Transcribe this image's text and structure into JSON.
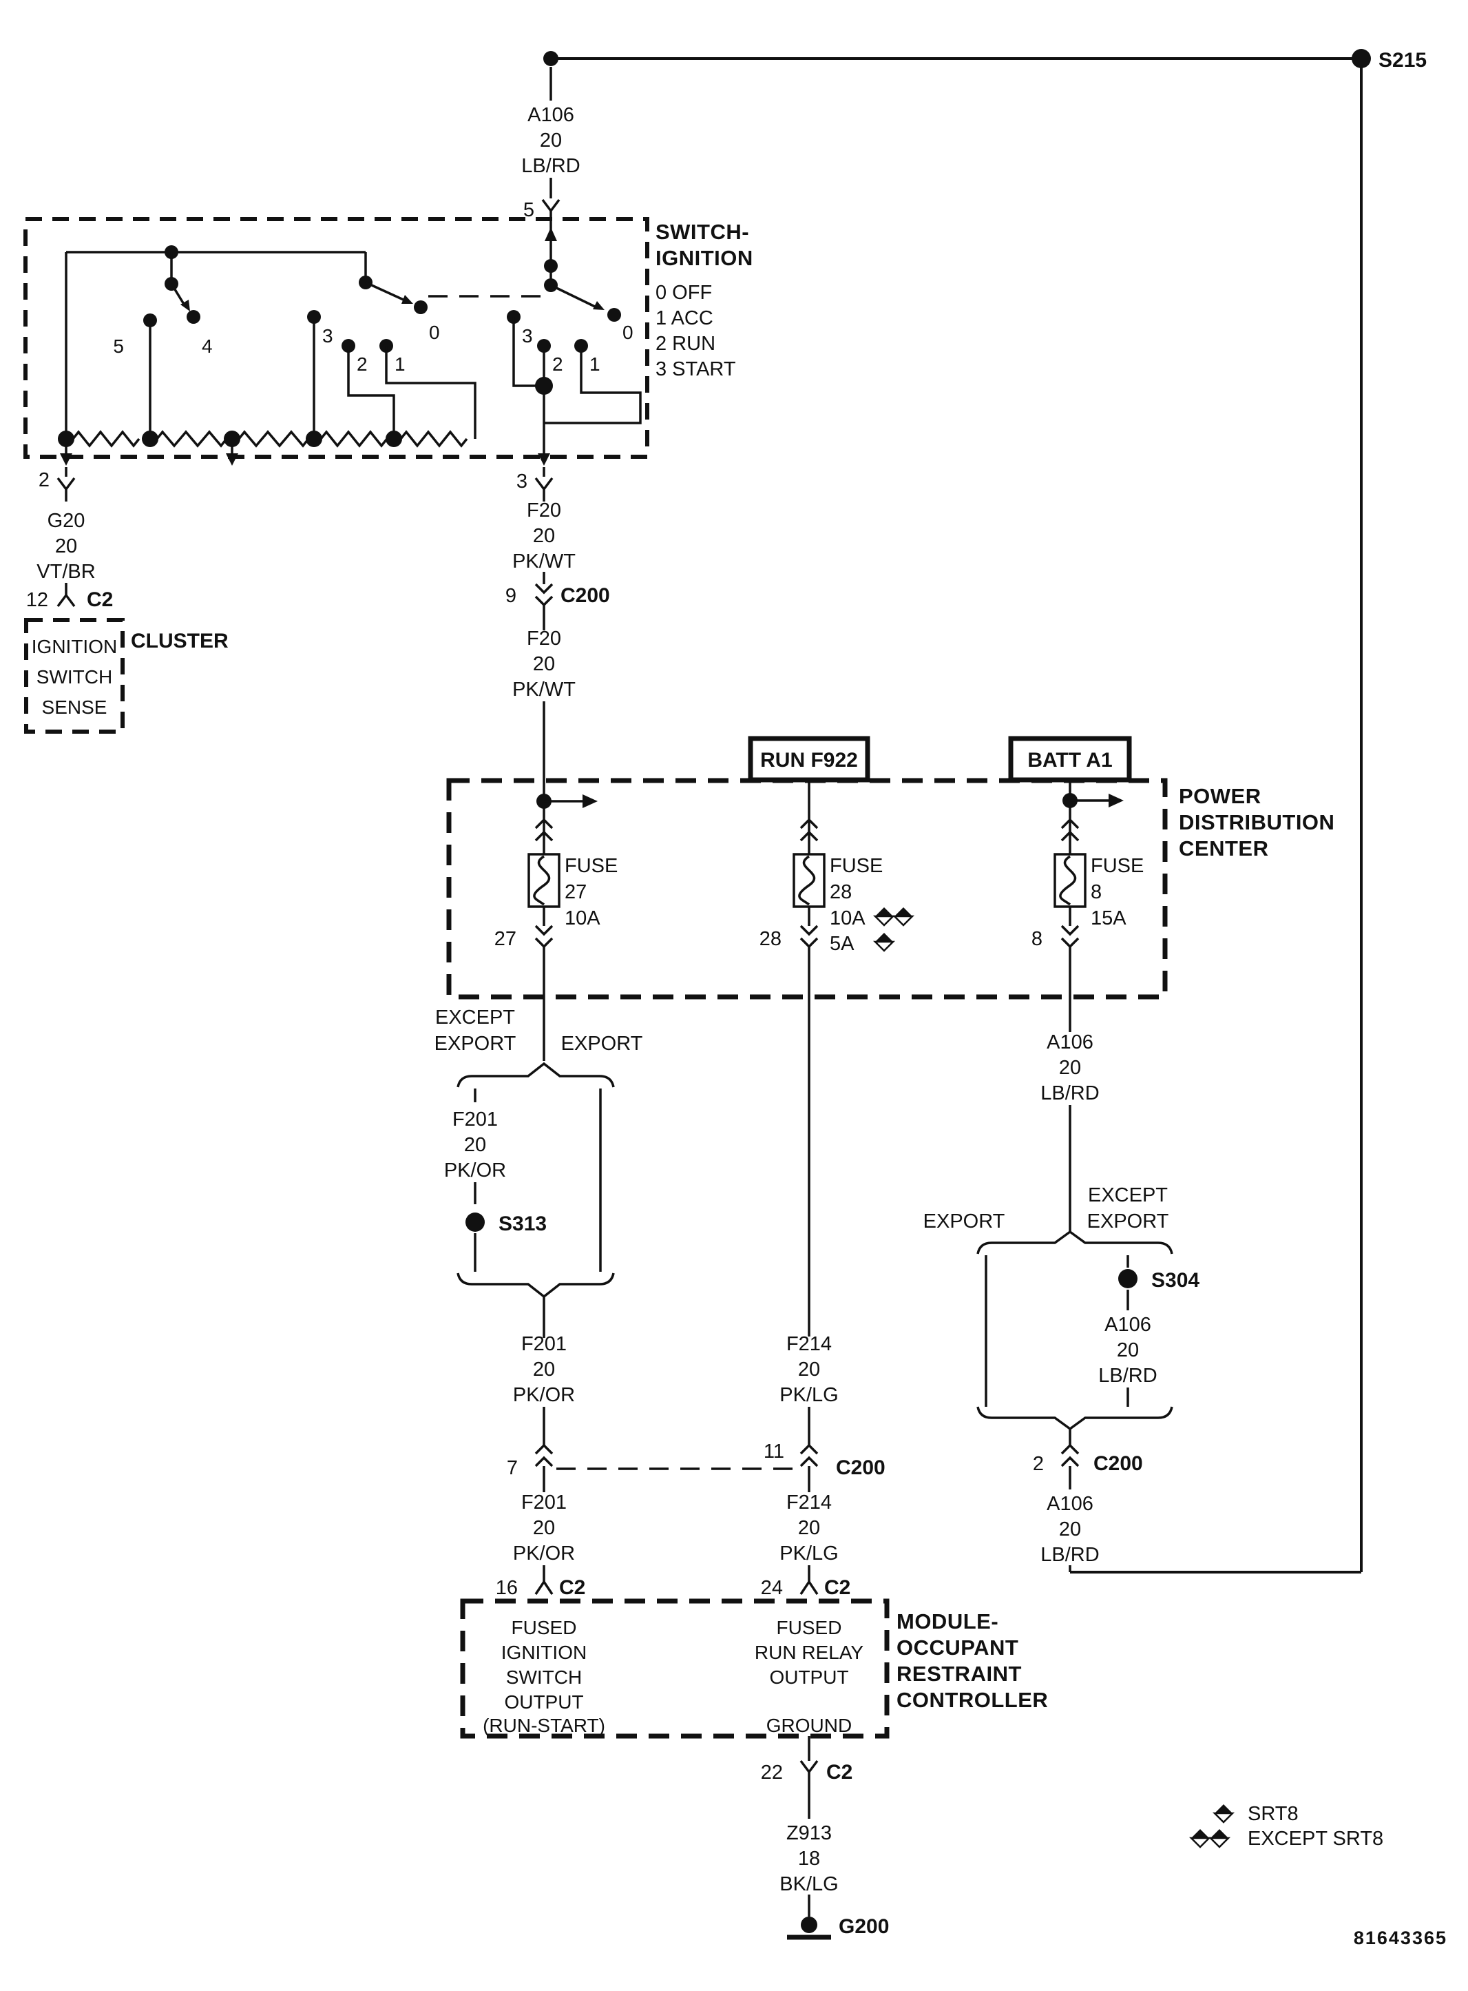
{
  "s215": "S215",
  "top_wire": {
    "circuit": "A106",
    "gauge": "20",
    "color": "LB/RD"
  },
  "pin5": "5",
  "ignition_switch": {
    "title1": "SWITCH-",
    "title2": "IGNITION",
    "pos0": "0 OFF",
    "pos1": "1 ACC",
    "pos2": "2 RUN",
    "pos3": "3 START",
    "t5": "5",
    "t4": "4",
    "t3l": "3",
    "t2l": "2",
    "t1l": "1",
    "t0l": "0",
    "t3r": "3",
    "t2r": "2",
    "t1r": "1",
    "t0r": "0",
    "pin2": "2",
    "pin3": "3"
  },
  "g20_wire": {
    "circuit": "G20",
    "gauge": "20",
    "color": "VT/BR"
  },
  "cluster": {
    "pin": "12",
    "connector": "C2",
    "label": "CLUSTER",
    "line1": "IGNITION",
    "line2": "SWITCH",
    "line3": "SENSE"
  },
  "f20_wire_a": {
    "circuit": "F20",
    "gauge": "20",
    "color": "PK/WT"
  },
  "c200_9": {
    "pin": "9",
    "connector": "C200"
  },
  "f20_wire_b": {
    "circuit": "F20",
    "gauge": "20",
    "color": "PK/WT"
  },
  "run_box": "RUN F922",
  "batt_box": "BATT A1",
  "pdc": {
    "line1": "POWER",
    "line2": "DISTRIBUTION",
    "line3": "CENTER",
    "fuse27": {
      "label": "FUSE",
      "number": "27",
      "rating": "10A",
      "pin": "27"
    },
    "fuse28": {
      "label": "FUSE",
      "number": "28",
      "rating1": "10A",
      "rating2": "5A",
      "pin": "28"
    },
    "fuse8": {
      "label": "FUSE",
      "number": "8",
      "rating": "15A",
      "pin": "8"
    }
  },
  "branch_left": {
    "except1": "EXCEPT",
    "except2": "EXPORT",
    "export": "EXPORT",
    "f201_a": {
      "circuit": "F201",
      "gauge": "20",
      "color": "PK/OR"
    },
    "s313": "S313",
    "f201_b": {
      "circuit": "F201",
      "gauge": "20",
      "color": "PK/OR"
    },
    "pin7": "7",
    "c200_11": {
      "pin": "11",
      "connector": "C200"
    },
    "f201_c": {
      "circuit": "F201",
      "gauge": "20",
      "color": "PK/OR"
    },
    "c2_16": {
      "pin": "16",
      "connector": "C2"
    }
  },
  "branch_mid": {
    "f214_a": {
      "circuit": "F214",
      "gauge": "20",
      "color": "PK/LG"
    },
    "f214_b": {
      "circuit": "F214",
      "gauge": "20",
      "color": "PK/LG"
    },
    "c2_24": {
      "pin": "24",
      "connector": "C2"
    }
  },
  "branch_right": {
    "a106_a": {
      "circuit": "A106",
      "gauge": "20",
      "color": "LB/RD"
    },
    "export": "EXPORT",
    "except1": "EXCEPT",
    "except2": "EXPORT",
    "s304": "S304",
    "a106_b": {
      "circuit": "A106",
      "gauge": "20",
      "color": "LB/RD"
    },
    "c200_2": {
      "pin": "2",
      "connector": "C200"
    },
    "a106_c": {
      "circuit": "A106",
      "gauge": "20",
      "color": "LB/RD"
    }
  },
  "module": {
    "in_left1": "FUSED",
    "in_left2": "IGNITION",
    "in_left3": "SWITCH",
    "in_left4": "OUTPUT",
    "in_left5": "(RUN-START)",
    "in_right1": "FUSED",
    "in_right2": "RUN RELAY",
    "in_right3": "OUTPUT",
    "ground": "GROUND",
    "name1": "MODULE-",
    "name2": "OCCUPANT",
    "name3": "RESTRAINT",
    "name4": "CONTROLLER",
    "c2_22": {
      "pin": "22",
      "connector": "C2"
    }
  },
  "z913_wire": {
    "circuit": "Z913",
    "gauge": "18",
    "color": "BK/LG"
  },
  "g200": "G200",
  "legend": {
    "srt8": "SRT8",
    "except_srt8": "EXCEPT SRT8"
  },
  "doc_number": "81643365"
}
